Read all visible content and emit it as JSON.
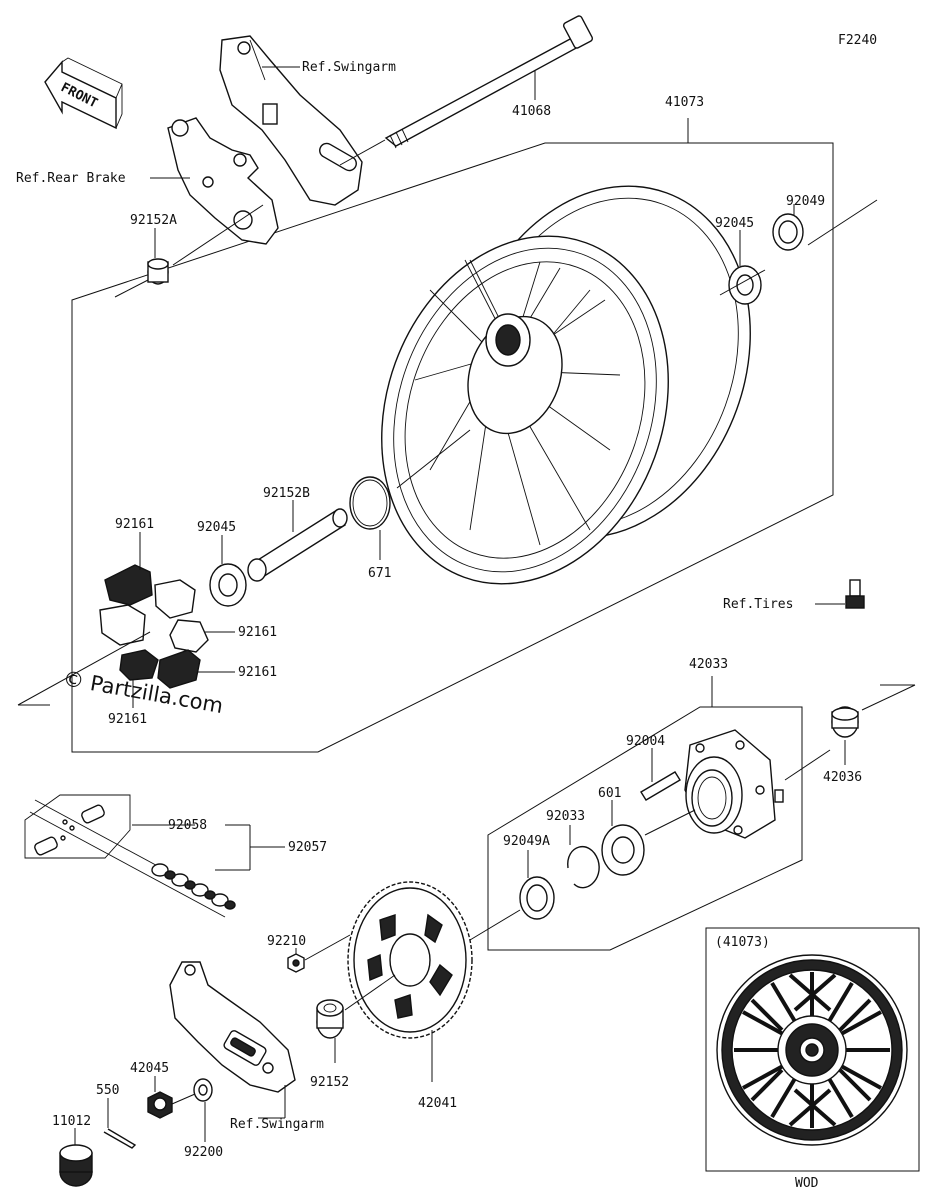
{
  "diagram_code": "F2240",
  "front_label": "FRONT",
  "watermark": "© Partzilla.com",
  "inset": {
    "title": "(41073)",
    "caption": "WOD"
  },
  "labels": {
    "ref_swingarm_top": "Ref.Swingarm",
    "axle": "41068",
    "wheel": "41073",
    "ref_rear_brake": "Ref.Rear Brake",
    "collar_a": "92152A",
    "seal_right": "92049",
    "bearing_right": "92045",
    "collar_b": "92152B",
    "bearing_left": "92045",
    "oring": "671",
    "damper_1": "92161",
    "damper_2": "92161",
    "damper_3": "92161",
    "damper_4": "92161",
    "ref_tires": "Ref.Tires",
    "coupling": "42033",
    "collar_coupling": "42036",
    "stud": "92004",
    "bearing_coupling": "601",
    "circlip": "92033",
    "seal_coupling": "92049A",
    "chain_joint": "92058",
    "chain": "92057",
    "sprocket_nut": "92210",
    "sprocket_collar": "92152",
    "sprocket": "42041",
    "axle_nut": "42045",
    "cotter_pin": "550",
    "cap": "11012",
    "washer": "92200",
    "ref_swingarm_bottom": "Ref.Swingarm"
  }
}
